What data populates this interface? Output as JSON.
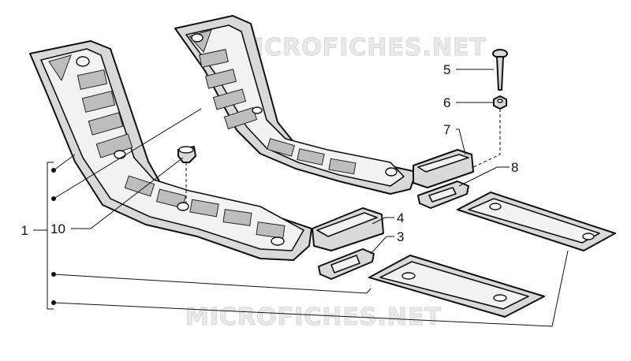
{
  "watermark": {
    "top": "MICROFICHES.NET",
    "bottom": "MICROFICHES.NET"
  },
  "callouts": {
    "c1": "1",
    "c3": "3",
    "c4": "4",
    "c5": "5",
    "c6": "6",
    "c7": "7",
    "c8": "8",
    "c10": "10"
  }
}
